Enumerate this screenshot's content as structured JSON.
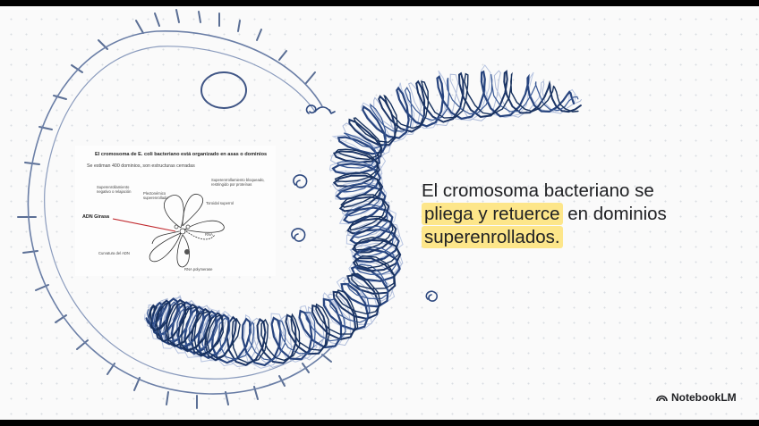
{
  "inset": {
    "title": "El cromosoma de E. coli bacteriano está organizado en asas o dominios",
    "subtitle": "Se estiman 400 dominios, son estructuras cerradas",
    "labels": {
      "superenrolled": "Superenrollamiento negativo o relajación",
      "plectonemic": "Plectonémico superenrollado",
      "relaxed": "Superenrrollamiento bloqueado, restringido por proteínas",
      "toroidal": "Toroidal superrol",
      "gyrase": "ADN Girasa",
      "curvature": "Curvatura del ADN",
      "rna": "RNA",
      "polymerase": "RNA polymerase"
    }
  },
  "caption": {
    "line1": "El cromosoma bacteriano se",
    "highlight1": "pliega y retuerce",
    "line2_rest": " en dominios",
    "highlight2": "superenrollados",
    "line3_rest": "."
  },
  "brand": {
    "name": "NotebookLM"
  },
  "colors": {
    "accent_blue": "#1f3f7a",
    "highlight": "#fde68a",
    "cell_outline": "#5b6f95"
  }
}
